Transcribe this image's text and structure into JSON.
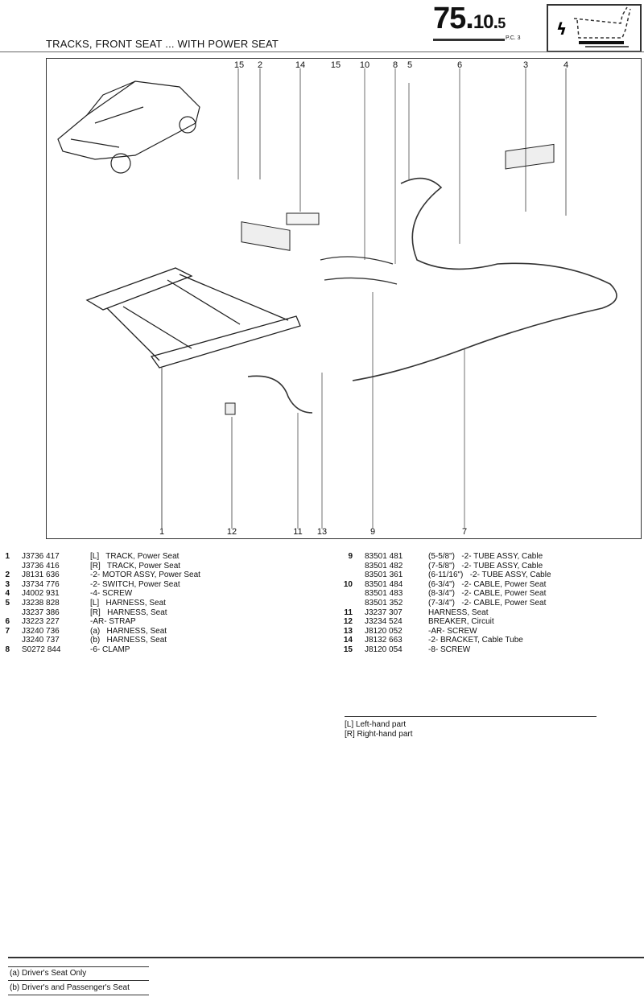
{
  "header": {
    "code_main": "75.",
    "code_sub": "10.",
    "code_suffix": "5",
    "pc": "P.C. 3",
    "title": "TRACKS, FRONT SEAT ... WITH POWER SEAT",
    "icon": "power-seat-icon"
  },
  "diagram": {
    "top_callouts": [
      "15",
      "2",
      "14",
      "15",
      "10",
      "8",
      "5",
      "6",
      "3",
      "4"
    ],
    "bottom_callouts": [
      "1",
      "12",
      "11",
      "13",
      "9",
      "7"
    ]
  },
  "parts_left": [
    {
      "num": "1",
      "part": "J3736 417",
      "desc": "[L]   TRACK, Power Seat"
    },
    {
      "num": "",
      "part": "J3736 416",
      "desc": "[R]   TRACK, Power Seat"
    },
    {
      "num": "2",
      "part": "J8131 636",
      "desc": "-2- MOTOR ASSY, Power Seat"
    },
    {
      "num": "3",
      "part": "J3734 776",
      "desc": "-2- SWITCH, Power Seat"
    },
    {
      "num": "4",
      "part": "J4002 931",
      "desc": "-4- SCREW"
    },
    {
      "num": "5",
      "part": "J3238 828",
      "desc": "[L]   HARNESS, Seat"
    },
    {
      "num": "",
      "part": "J3237 386",
      "desc": "[R]   HARNESS, Seat"
    },
    {
      "num": "6",
      "part": "J3223 227",
      "desc": "-AR- STRAP"
    },
    {
      "num": "7",
      "part": "J3240 736",
      "desc": "(a)   HARNESS, Seat"
    },
    {
      "num": "",
      "part": "J3240 737",
      "desc": "(b)   HARNESS, Seat"
    },
    {
      "num": "8",
      "part": "S0272 844",
      "desc": "-6- CLAMP"
    }
  ],
  "parts_right": [
    {
      "num": "9",
      "part": "83501 481",
      "desc": "(5-5/8\")   -2- TUBE ASSY, Cable"
    },
    {
      "num": "",
      "part": "83501 482",
      "desc": "(7-5/8\")   -2- TUBE ASSY, Cable"
    },
    {
      "num": "",
      "part": "83501 361",
      "desc": "(6-11/16\")   -2- TUBE ASSY, Cable"
    },
    {
      "num": "10",
      "part": "83501 484",
      "desc": "(6-3/4\")   -2- CABLE, Power Seat"
    },
    {
      "num": "",
      "part": "83501 483",
      "desc": "(8-3/4\")   -2- CABLE, Power Seat"
    },
    {
      "num": "",
      "part": "83501 352",
      "desc": "(7-3/4\")   -2- CABLE, Power Seat"
    },
    {
      "num": "11",
      "part": "J3237 307",
      "desc": "HARNESS, Seat"
    },
    {
      "num": "12",
      "part": "J3234 524",
      "desc": "BREAKER, Circuit"
    },
    {
      "num": "13",
      "part": "J8120 052",
      "desc": "-AR- SCREW"
    },
    {
      "num": "14",
      "part": "J8132 663",
      "desc": "-2- BRACKET, Cable Tube"
    },
    {
      "num": "15",
      "part": "J8120 054",
      "desc": "-8- SCREW"
    }
  ],
  "legend": [
    "[L] Left-hand part",
    "[R] Right-hand part"
  ],
  "footnotes": [
    "(a) Driver's Seat Only",
    "(b) Driver's and Passenger's Seat"
  ]
}
